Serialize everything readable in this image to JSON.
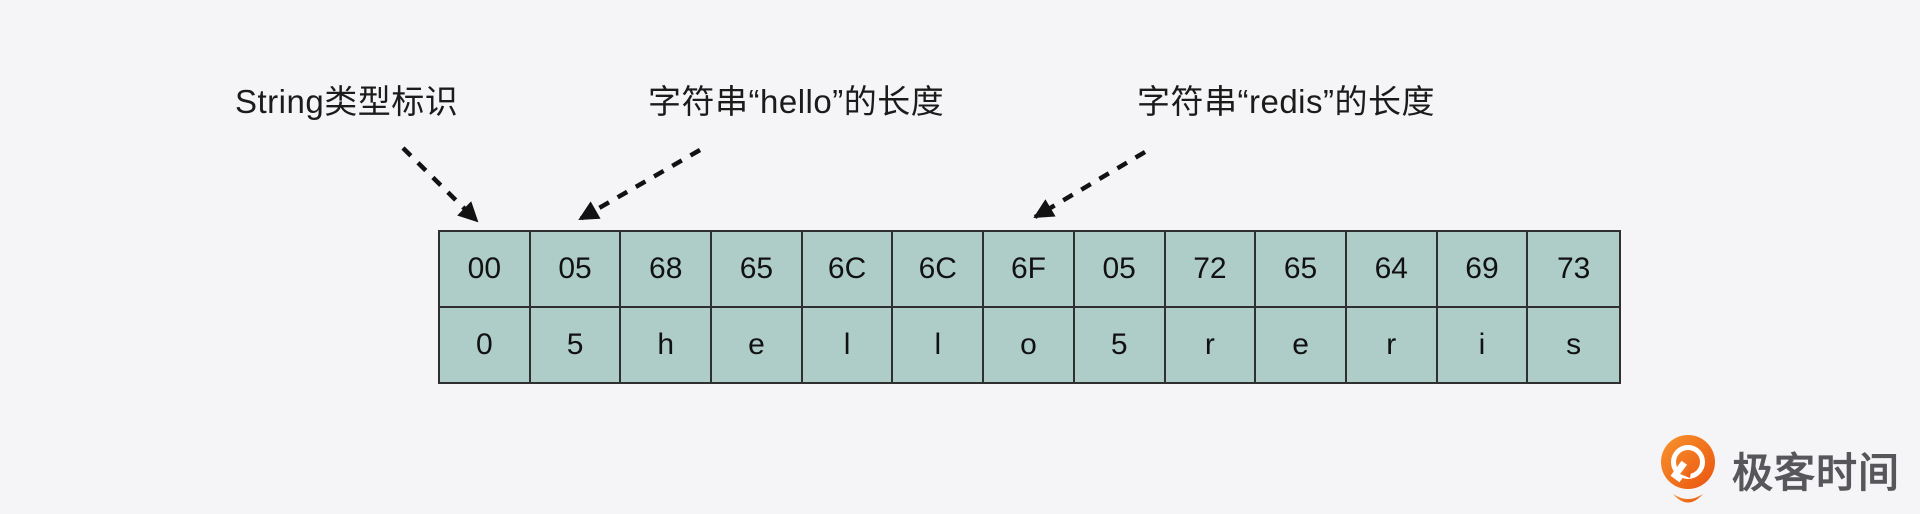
{
  "annotations": {
    "string_type": "String类型标识",
    "hello_length": "字符串“hello”的长度",
    "redis_length": "字符串“redis”的长度"
  },
  "table": {
    "hex_row": [
      "00",
      "05",
      "68",
      "65",
      "6C",
      "6C",
      "6F",
      "05",
      "72",
      "65",
      "64",
      "69",
      "73"
    ],
    "char_row": [
      "0",
      "5",
      "h",
      "e",
      "l",
      "l",
      "o",
      "5",
      "r",
      "e",
      "r",
      "i",
      "s"
    ]
  },
  "logo": {
    "brand": "极客时间"
  },
  "colors": {
    "background": "#f5f5f7",
    "cell_fill": "#aecdc9",
    "cell_border": "#2f2f2f",
    "text": "#1b1b1b",
    "arrow": "#121212",
    "logo_orange": "#f07222",
    "logo_orange_dark": "#ea530f",
    "logo_text": "#57575b"
  }
}
